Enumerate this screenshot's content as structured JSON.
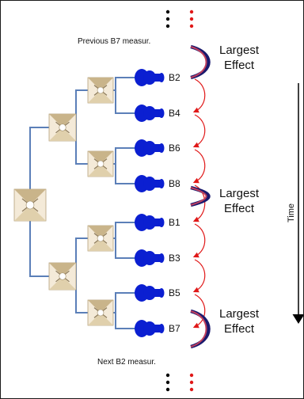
{
  "labels": {
    "previous": "Previous B7 measur.",
    "next": "Next B2 measur.",
    "largest_effect": [
      "Largest",
      "Effect"
    ],
    "time": "Time"
  },
  "detectors": [
    "B2",
    "B4",
    "B6",
    "B8",
    "B1",
    "B3",
    "B5",
    "B7"
  ],
  "colors": {
    "tree_line": "#5b7fb8",
    "detector": "#0b1fd1",
    "arc": "#e01818",
    "big_arc_outer": "#1a1a6e",
    "big_arc_inner": "#c0405e",
    "dots_black": "#000000",
    "dots_red": "#e01818"
  }
}
